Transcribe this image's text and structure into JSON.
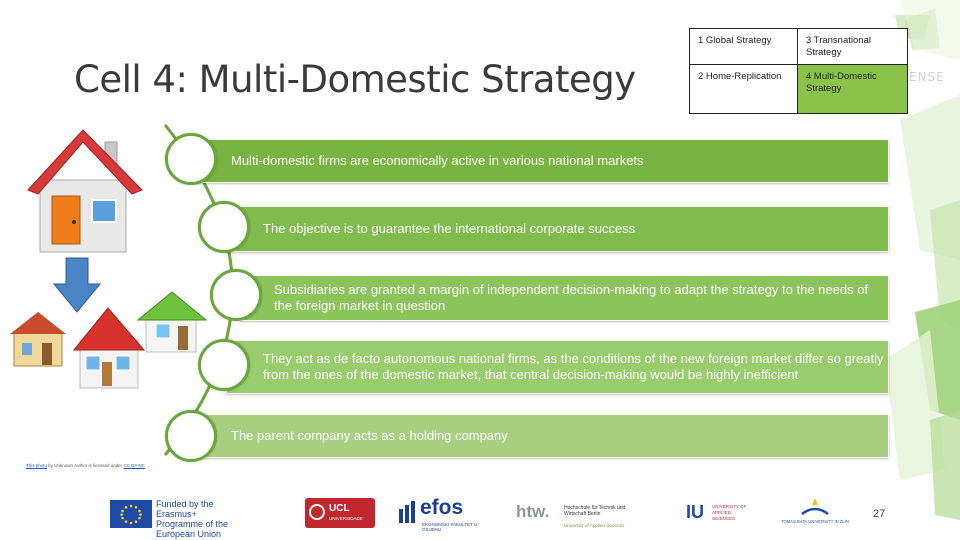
{
  "title": "Cell 4: Multi-Domestic Strategy",
  "strategy_table": {
    "c1": "1 Global Strategy",
    "c2": "3  Transnational Strategy",
    "c3": "2 Home-Replication",
    "c4": "4 Multi-Domestic Strategy",
    "highlight_color": "#8bc34a"
  },
  "partner_watermark": "ENSE",
  "items": [
    "Multi-domestic firms are economically active in various national markets",
    "The objective is to guarantee the international corporate success",
    "Subsidiaries are granted a margin of independent decision-making to adapt the strategy to the needs of the foreign market in question",
    "They act as de facto autonomous national firms, as the conditions of the new foreign market differ so greatly from the ones of the domestic market, that central decision-making would be highly inefficient",
    "The parent company acts as a holding company"
  ],
  "credit": {
    "link1": "This photo",
    "text": " by Unknown Author is licensed under ",
    "link2": "CC BY-NC"
  },
  "logos": {
    "eu": "Funded by the Erasmus+ Programme of the European Union",
    "ucl": "UCL",
    "ucl_sub": "UNIVERSIDADE",
    "efos": "efos",
    "efos_sub": "EKONOMSKI FAKULTET U OSIJEKU",
    "htw_mark": "htw.",
    "htw_name": "Hochschule für Technik und Wirtschaft Berlin",
    "htw_sub": "University of Applied Sciences",
    "iu": "IU",
    "iu_sub": "UNIVERSITY OF APPLIED SCIENCES",
    "tvc": "TOMAS BATA UNIVERSITY IN ZLÍN"
  },
  "page_number": "27",
  "colors": {
    "accent_green": "#77b442",
    "title": "#3a3a3a"
  }
}
